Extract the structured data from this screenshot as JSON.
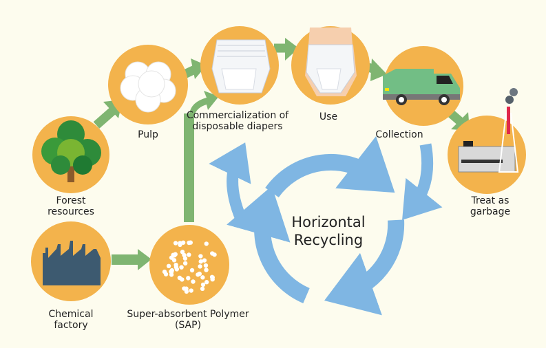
{
  "title": "Horizontal Recycling diagram",
  "colors": {
    "background": "#fdfcee",
    "circle": "#f3b34c",
    "flow_arrow": "#7fb571",
    "recycle_arrow": "#7fb6e3"
  },
  "nodes": {
    "forest": {
      "line1": "Forest",
      "line2": "resources"
    },
    "pulp": {
      "line1": "Pulp"
    },
    "diapers": {
      "line1": "Commercialization of",
      "line2": "disposable diapers"
    },
    "use": {
      "line1": "Use"
    },
    "collection": {
      "line1": "Collection"
    },
    "garbage": {
      "line1": "Treat as",
      "line2": "garbage"
    },
    "chemical": {
      "line1": "Chemical",
      "line2": "factory"
    },
    "sap": {
      "line1": "Super-absorbent Polymer",
      "line2": "(SAP)"
    }
  },
  "center": {
    "line1": "Horizontal",
    "line2": "Recycling"
  }
}
